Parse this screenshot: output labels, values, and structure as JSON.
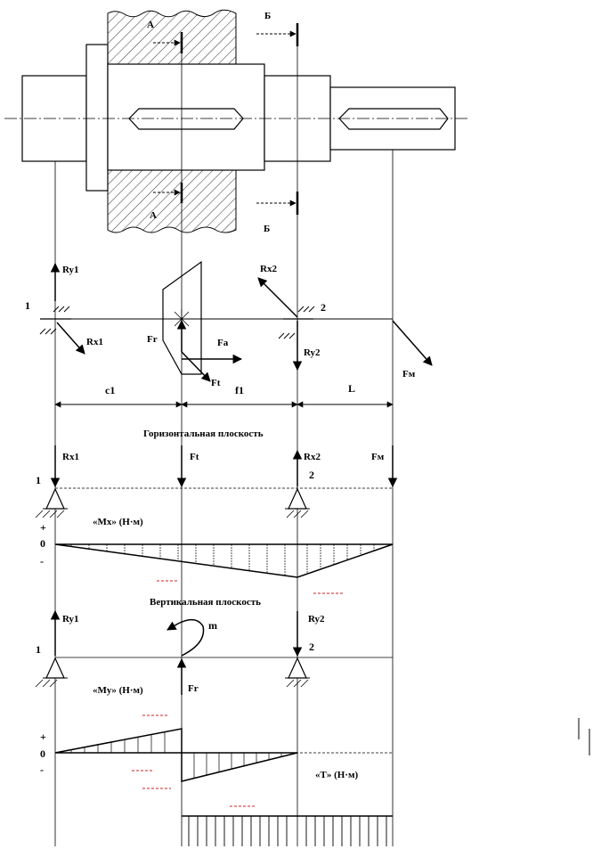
{
  "section_labels": {
    "a_top": "А",
    "a_bottom": "А",
    "b_top": "Б",
    "b_bottom": "Б"
  },
  "shaft_labels": {
    "ry1": "Ry1",
    "rx1": "Rx1",
    "ry2": "Ry2",
    "rx2": "Rx2",
    "support1": "1",
    "support2": "2",
    "fr": "Fr",
    "fa": "Fa",
    "ft": "Ft",
    "fm": "Fм",
    "c1": "c1",
    "f1": "f1",
    "L": "L"
  },
  "horizontal": {
    "title": "Горизонтальная плоскость",
    "rx1": "Rx1",
    "ft": "Ft",
    "rx2": "Rx2",
    "fm": "Fм",
    "support1": "1",
    "support2": "2",
    "moment_label": "«Mx» (Н·м)",
    "plus": "+",
    "zero": "0",
    "minus": "-"
  },
  "vertical": {
    "title": "Вертикальная плоскость",
    "ry1": "Ry1",
    "ry2": "Ry2",
    "m": "m",
    "fr": "Fr",
    "support1": "1",
    "support2": "2",
    "moment_label": "«My» (Н·м)",
    "plus": "+",
    "zero": "0",
    "minus": "-"
  },
  "torque": {
    "label": "«T» (Н·м)"
  }
}
